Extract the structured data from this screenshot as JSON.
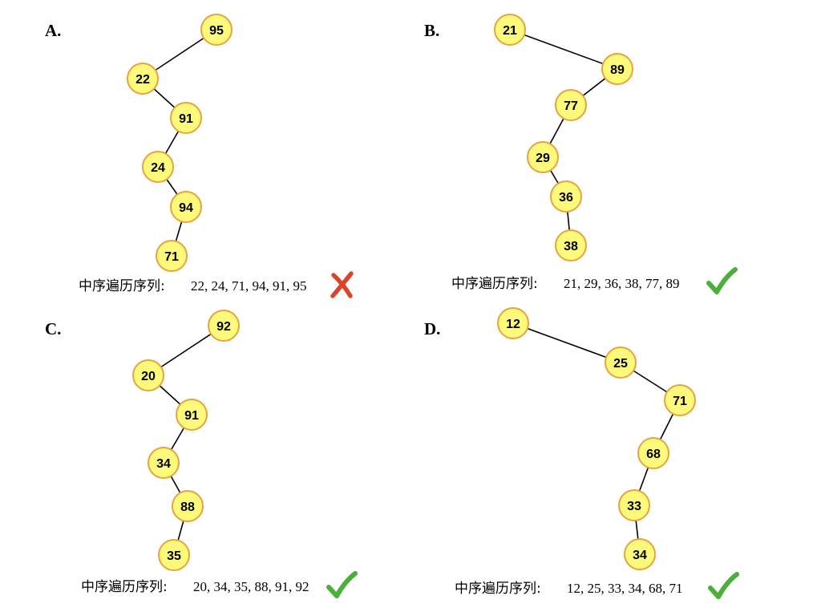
{
  "colors": {
    "node_fill": "#fdf97b",
    "node_stroke": "#e8a33c",
    "edge": "#000000",
    "cross": "#d9452b",
    "check": "#4caf3a"
  },
  "panels": [
    {
      "label": "A.",
      "nodes": [
        "95",
        "22",
        "91",
        "24",
        "94",
        "71"
      ],
      "edges": [
        [
          0,
          1
        ],
        [
          1,
          2
        ],
        [
          2,
          3
        ],
        [
          3,
          4
        ],
        [
          4,
          5
        ]
      ],
      "sequence_label": "中序遍历序列:",
      "sequence_values": "22, 24, 71, 94, 91, 95",
      "mark": "cross-icon"
    },
    {
      "label": "B.",
      "nodes": [
        "21",
        "89",
        "77",
        "29",
        "36",
        "38"
      ],
      "edges": [
        [
          0,
          1
        ],
        [
          1,
          2
        ],
        [
          2,
          3
        ],
        [
          3,
          4
        ],
        [
          4,
          5
        ]
      ],
      "sequence_label": "中序遍历序列:",
      "sequence_values": "21, 29, 36, 38, 77, 89",
      "mark": "check-icon"
    },
    {
      "label": "C.",
      "nodes": [
        "92",
        "20",
        "91",
        "34",
        "88",
        "35"
      ],
      "edges": [
        [
          0,
          1
        ],
        [
          1,
          2
        ],
        [
          2,
          3
        ],
        [
          3,
          4
        ],
        [
          4,
          5
        ]
      ],
      "sequence_label": "中序遍历序列:",
      "sequence_values": "20, 34, 35, 88, 91, 92",
      "mark": "check-icon"
    },
    {
      "label": "D.",
      "nodes": [
        "12",
        "25",
        "71",
        "68",
        "33",
        "34"
      ],
      "edges": [
        [
          0,
          1
        ],
        [
          1,
          2
        ],
        [
          2,
          3
        ],
        [
          3,
          4
        ],
        [
          4,
          5
        ]
      ],
      "sequence_label": "中序遍历序列:",
      "sequence_values": "12, 25, 33, 34, 68, 71",
      "mark": "check-icon"
    }
  ]
}
